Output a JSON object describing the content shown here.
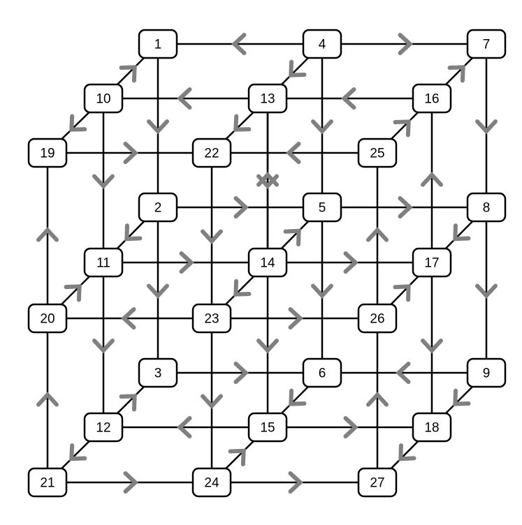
{
  "colors": {
    "edge": "#000000",
    "arrow": "#808080",
    "node_fill": "#ffffff",
    "node_stroke": "#000000"
  },
  "nodes": [
    {
      "id": "1",
      "label": "1"
    },
    {
      "id": "2",
      "label": "2"
    },
    {
      "id": "3",
      "label": "3"
    },
    {
      "id": "4",
      "label": "4"
    },
    {
      "id": "5",
      "label": "5"
    },
    {
      "id": "6",
      "label": "6"
    },
    {
      "id": "7",
      "label": "7"
    },
    {
      "id": "8",
      "label": "8"
    },
    {
      "id": "9",
      "label": "9"
    },
    {
      "id": "10",
      "label": "10"
    },
    {
      "id": "11",
      "label": "11"
    },
    {
      "id": "12",
      "label": "12"
    },
    {
      "id": "13",
      "label": "13"
    },
    {
      "id": "14",
      "label": "14"
    },
    {
      "id": "15",
      "label": "15"
    },
    {
      "id": "16",
      "label": "16"
    },
    {
      "id": "17",
      "label": "17"
    },
    {
      "id": "18",
      "label": "18"
    },
    {
      "id": "19",
      "label": "19"
    },
    {
      "id": "20",
      "label": "20"
    },
    {
      "id": "21",
      "label": "21"
    },
    {
      "id": "22",
      "label": "22"
    },
    {
      "id": "23",
      "label": "23"
    },
    {
      "id": "24",
      "label": "24"
    },
    {
      "id": "25",
      "label": "25"
    },
    {
      "id": "26",
      "label": "26"
    },
    {
      "id": "27",
      "label": "27"
    }
  ],
  "edges": [
    {
      "from": "4",
      "to": "1"
    },
    {
      "from": "4",
      "to": "7"
    },
    {
      "from": "1",
      "to": "2"
    },
    {
      "from": "4",
      "to": "5"
    },
    {
      "from": "7",
      "to": "8"
    },
    {
      "from": "16",
      "to": "13"
    },
    {
      "from": "13",
      "to": "10"
    },
    {
      "from": "10",
      "to": "1"
    },
    {
      "from": "4",
      "to": "13"
    },
    {
      "from": "16",
      "to": "7"
    },
    {
      "from": "10",
      "to": "11"
    },
    {
      "from": "13",
      "to": "14"
    },
    {
      "from": "17",
      "to": "16"
    },
    {
      "from": "19",
      "to": "22"
    },
    {
      "from": "25",
      "to": "22"
    },
    {
      "from": "10",
      "to": "19"
    },
    {
      "from": "13",
      "to": "22"
    },
    {
      "from": "25",
      "to": "16"
    },
    {
      "from": "14",
      "to": "13"
    },
    {
      "from": "20",
      "to": "19"
    },
    {
      "from": "22",
      "to": "23"
    },
    {
      "from": "26",
      "to": "25"
    },
    {
      "from": "2",
      "to": "5"
    },
    {
      "from": "5",
      "to": "8"
    },
    {
      "from": "2",
      "to": "11"
    },
    {
      "from": "14",
      "to": "5"
    },
    {
      "from": "8",
      "to": "17"
    },
    {
      "from": "2",
      "to": "3"
    },
    {
      "from": "5",
      "to": "6"
    },
    {
      "from": "8",
      "to": "9"
    },
    {
      "from": "11",
      "to": "14"
    },
    {
      "from": "14",
      "to": "17"
    },
    {
      "from": "20",
      "to": "11"
    },
    {
      "from": "14",
      "to": "23"
    },
    {
      "from": "26",
      "to": "17"
    },
    {
      "from": "11",
      "to": "12"
    },
    {
      "from": "14",
      "to": "15"
    },
    {
      "from": "17",
      "to": "18"
    },
    {
      "from": "23",
      "to": "20"
    },
    {
      "from": "23",
      "to": "26"
    },
    {
      "from": "21",
      "to": "20"
    },
    {
      "from": "23",
      "to": "24"
    },
    {
      "from": "27",
      "to": "26"
    },
    {
      "from": "3",
      "to": "6"
    },
    {
      "from": "9",
      "to": "6"
    },
    {
      "from": "12",
      "to": "3"
    },
    {
      "from": "6",
      "to": "15"
    },
    {
      "from": "9",
      "to": "18"
    },
    {
      "from": "15",
      "to": "12"
    },
    {
      "from": "15",
      "to": "18"
    },
    {
      "from": "12",
      "to": "21"
    },
    {
      "from": "24",
      "to": "15"
    },
    {
      "from": "18",
      "to": "27"
    },
    {
      "from": "21",
      "to": "24"
    },
    {
      "from": "24",
      "to": "27"
    }
  ]
}
